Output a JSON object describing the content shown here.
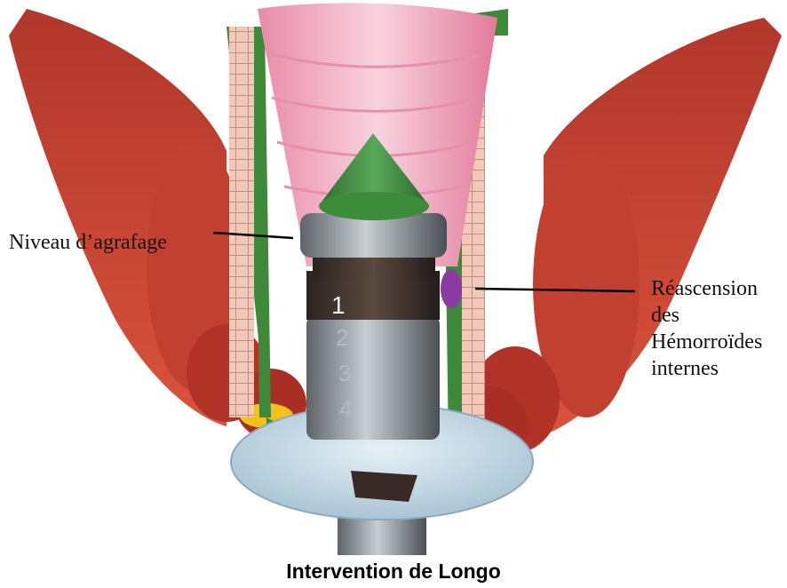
{
  "labels": {
    "staple_level": "Niveau d’agrafage",
    "hemorrhoids_line1": "Réascension",
    "hemorrhoids_line2": "des",
    "hemorrhoids_line3": "Hémorroïdes",
    "hemorrhoids_line4": "internes"
  },
  "stapler_scale": [
    "1",
    "2",
    "3",
    "4"
  ],
  "caption": "Intervention de Longo",
  "colors": {
    "tissue_red": "#c23a2b",
    "mucosa_pink": "#f2b6c8",
    "muscle_green": "#3f8a3a",
    "anvil_green": "#3c8c3c",
    "stapler_grey": "#8a8f94",
    "hemorrhoid_purple": "#8a3aa0",
    "fat_yellow": "#f2c21a",
    "disc_blue": "#b9d2e0"
  }
}
